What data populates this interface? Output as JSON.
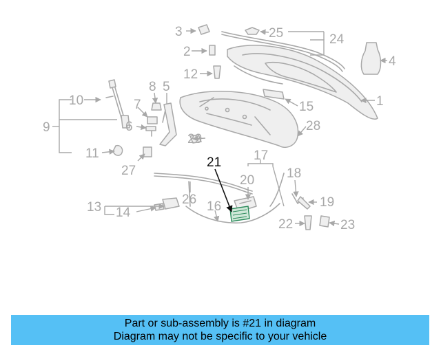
{
  "callouts": [
    "1",
    "2",
    "3",
    "4",
    "5",
    "6",
    "7",
    "8",
    "9",
    "10",
    "11",
    "12",
    "13",
    "14",
    "15",
    "16",
    "17",
    "18",
    "19",
    "20",
    "21",
    "22",
    "23",
    "24",
    "25",
    "26",
    "27",
    "28",
    "29"
  ],
  "highlighted_part": "21",
  "banner": {
    "line1": "Part or sub-assembly is #21 in diagram",
    "line2": "Diagram may not be specific to your vehicle"
  },
  "colors": {
    "banner_bg": "#55c0f5",
    "line_art": "#a8a8a8",
    "highlight": "#111111",
    "highlight_part": "#2a8a5a"
  }
}
